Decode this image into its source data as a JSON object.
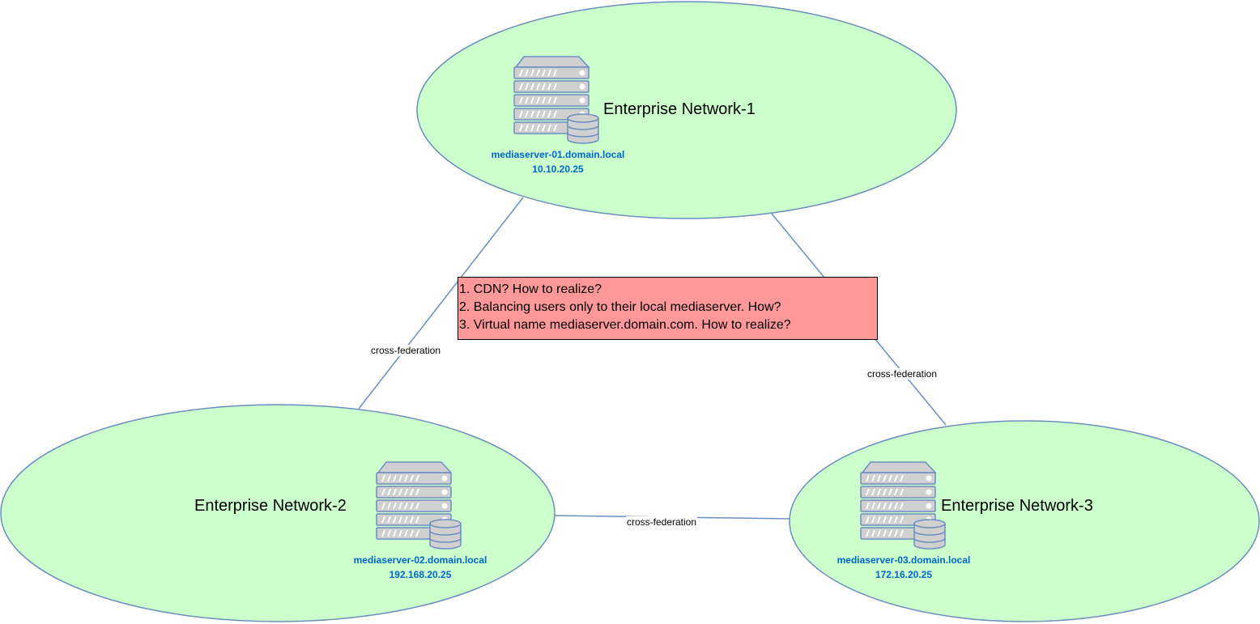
{
  "diagram": {
    "networks": [
      {
        "id": "net1",
        "label": "Enterprise Network-1",
        "server": {
          "hostname": "mediaserver-01.domain.local",
          "ip": "10.10.20.25"
        }
      },
      {
        "id": "net2",
        "label": "Enterprise Network-2",
        "server": {
          "hostname": "mediaserver-02.domain.local",
          "ip": "192.168.20.25"
        }
      },
      {
        "id": "net3",
        "label": "Enterprise Network-3",
        "server": {
          "hostname": "mediaserver-03.domain.local",
          "ip": "172.16.20.25"
        }
      }
    ],
    "edges": [
      {
        "from": "net1",
        "to": "net2",
        "label": "cross-federation"
      },
      {
        "from": "net1",
        "to": "net3",
        "label": "cross-federation"
      },
      {
        "from": "net2",
        "to": "net3",
        "label": "cross-federation"
      }
    ],
    "note": {
      "lines": [
        "1. CDN? How to realize?",
        "2. Balancing users only to their local mediaserver. How?",
        "3. Virtual name mediaserver.domain.com. How to realize?"
      ]
    },
    "colors": {
      "ellipse_fill": "#ccffcc",
      "ellipse_stroke": "#6c8ebf",
      "note_fill": "#ff9999",
      "server_label": "#0066cc",
      "server_fill": "#d0d0d0",
      "server_stroke": "#6c8ebf"
    },
    "icons": {
      "server": "server-database-icon"
    }
  }
}
